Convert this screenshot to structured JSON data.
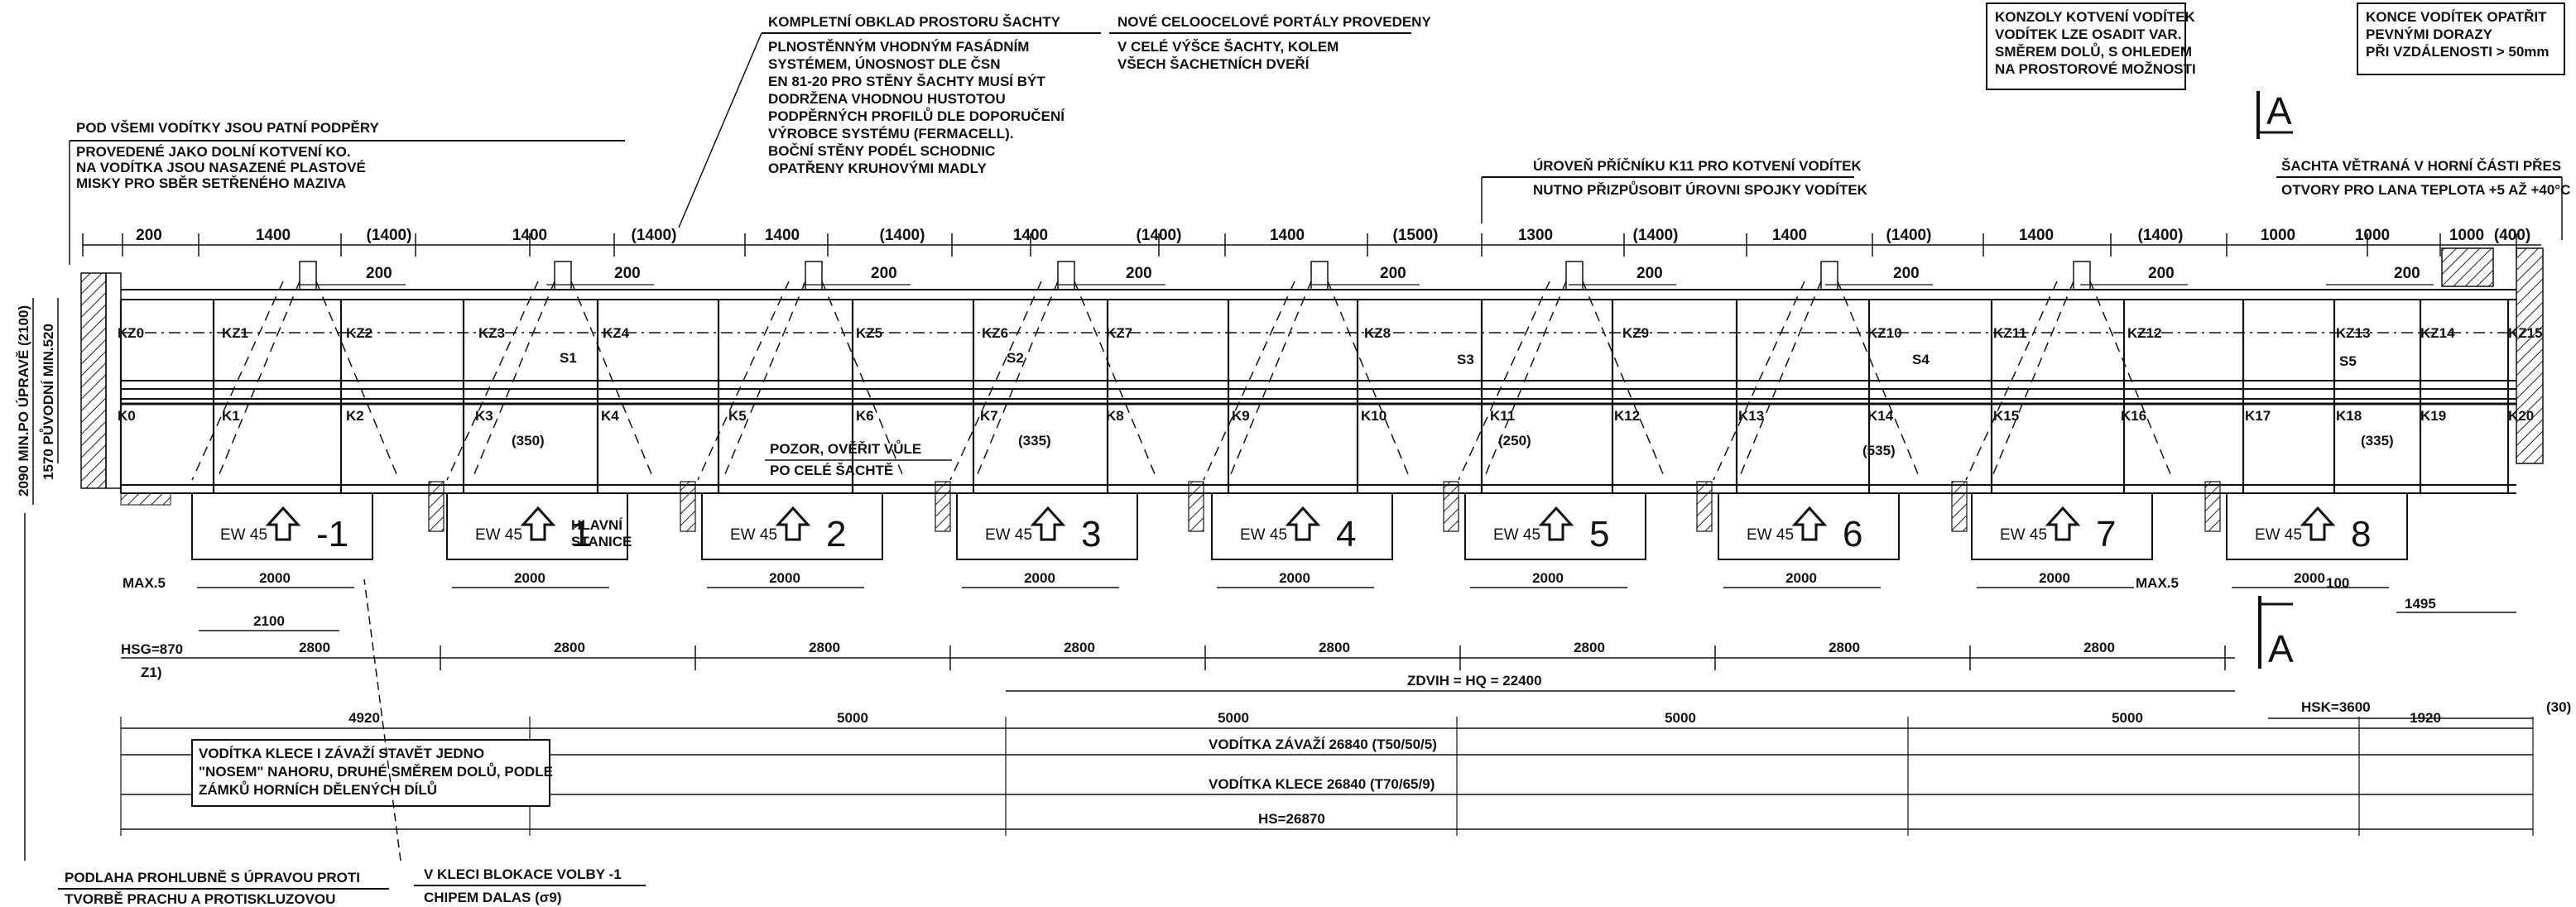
{
  "notes": {
    "top_left_title": "POD VŠEMI VODÍTKY JSOU PATNÍ PODPĚRY",
    "top_left_lines": [
      "PROVEDENÉ JAKO DOLNÍ KOTVENÍ KO.",
      "NA VODÍTKA JSOU NASAZENÉ PLASTOVÉ",
      "MISKY PRO SBĚR SETŘENÉHO MAZIVA"
    ],
    "cladding_title": "KOMPLETNÍ OBKLAD PROSTORU ŠACHTY",
    "cladding_lines": [
      "PLNOSTĚNNÝM VHODNÝM FASÁDNÍM",
      "SYSTÉMEM, ÚNOSNOST DLE ČSN",
      "EN 81-20 PRO STĚNY ŠACHTY MUSÍ BÝT",
      "DODRŽENA VHODNOU HUSTOTOU",
      "PODPĚRNÝCH PROFILŮ DLE DOPORUČENÍ",
      "VÝROBCE SYSTÉMU (FERMACELL).",
      "BOČNÍ STĚNY PODÉL SCHODNIC",
      "OPATŘENY KRUHOVÝMI MADLY"
    ],
    "portals_title": "NOVÉ CELOOCELOVÉ PORTÁLY PROVEDENY",
    "portals_lines": [
      "V CELÉ VÝŠCE ŠACHTY, KOLEM",
      "VŠECH ŠACHETNÍCH DVEŘÍ"
    ],
    "consoles_lines": [
      "KONZOLY KOTVENÍ VODÍTEK",
      "VODÍTEK LZE OSADIT VAR.",
      "SMĚREM DOLŮ, S OHLEDEM",
      "NA PROSTOROVÉ MOŽNOSTI"
    ],
    "ends_lines": [
      "KONCE VODÍTEK OPATŘIT",
      "PEVNÝMI DORAZY",
      "PŘI VZDÁLENOSTI > 50mm"
    ],
    "k11_title": "ÚROVEŇ PŘÍČNÍKU K11 PRO KOTVENÍ VODÍTEK",
    "k11_sub": "NUTNO PŘIZPŮSOBIT ÚROVNI SPOJKY VODÍTEK",
    "vent_title": "ŠACHTA VĚTRANÁ V HORNÍ ČÁSTI PŘES",
    "vent_sub": "OTVORY PRO LANA TEPLOTA +5 AŽ +40°C",
    "check_title": "POZOR, OVĚŘIT VŮLE",
    "check_sub": "PO CELÉ ŠACHTĚ",
    "guides_lines": [
      "VODÍTKA KLECE I ZÁVAŽÍ STAVĚT JEDNO",
      "\"NOSEM\" NAHORU, DRUHÉ SMĚREM DOLŮ, PODLE",
      "ZÁMKŮ HORNÍCH DĚLENÝCH DÍLŮ"
    ],
    "floor_lines": [
      "PODLAHA PROHLUBNĚ S ÚPRAVOU PROTI",
      "TVORBĚ PRACHU A PROTISKLUZOVOU"
    ],
    "block_lines": [
      "V KLECI BLOKACE VOLBY -1",
      "CHIPEM DALAS (σ9)"
    ],
    "main_station": [
      "HLAVNÍ",
      "STANICE"
    ],
    "section_mark": "A",
    "left_dim_1": "2090 MIN.PO ÚPRAVĚ (2100)",
    "left_dim_2": "1570 PŮVODNÍ MIN.520"
  },
  "top_dims": {
    "widths": [
      "200",
      "1400",
      "(1400)",
      "1400",
      "(1400)",
      "1400",
      "(1400)",
      "1400",
      "(1400)",
      "1400",
      "(1500)",
      "1300",
      "(1400)",
      "1400",
      "(1400)",
      "1400",
      "(1400)",
      "1000",
      "1000",
      "1000",
      "(400)"
    ],
    "consoles": [
      "200",
      "200",
      "200",
      "200",
      "200",
      "200",
      "200",
      "200",
      "200"
    ]
  },
  "upper_labels": [
    "KZ0",
    "KZ1",
    "KZ2",
    "KZ3",
    "KZ4",
    "KZ5",
    "KZ6",
    "KZ7",
    "KZ8",
    "KZ9",
    "KZ10",
    "KZ11",
    "KZ12",
    "KZ13",
    "KZ14",
    "KZ15"
  ],
  "lower_labels": [
    "K0",
    "K1",
    "K2",
    "K3",
    "K4",
    "K5",
    "K6",
    "K7",
    "K8",
    "K9",
    "K10",
    "K11",
    "K12",
    "K13",
    "K14",
    "K15",
    "K16",
    "K17",
    "K18",
    "K19",
    "K20"
  ],
  "splices": [
    "S1",
    "S2",
    "S3",
    "S4",
    "S5"
  ],
  "clearances": [
    "(350)",
    "(335)",
    "(250)",
    "(535)",
    "(335)"
  ],
  "stations": [
    {
      "ew": "EW 45",
      "num": "-1"
    },
    {
      "ew": "EW 45",
      "num": "1"
    },
    {
      "ew": "EW 45",
      "num": "2"
    },
    {
      "ew": "EW 45",
      "num": "3"
    },
    {
      "ew": "EW 45",
      "num": "4"
    },
    {
      "ew": "EW 45",
      "num": "5"
    },
    {
      "ew": "EW 45",
      "num": "6"
    },
    {
      "ew": "EW 45",
      "num": "7"
    },
    {
      "ew": "EW 45",
      "num": "8"
    }
  ],
  "door_widths": [
    "2000",
    "2000",
    "2000",
    "2000",
    "2000",
    "2000",
    "2000",
    "2000",
    "2000"
  ],
  "floor_heights": [
    "2800",
    "2800",
    "2800",
    "2800",
    "2800",
    "2800",
    "2800",
    "2800"
  ],
  "extra_dims": {
    "max_left": "MAX.5",
    "max_right": "MAX.5",
    "d2100": "2100",
    "hsg": "HSG=870",
    "z1": "Z1)",
    "d100": "100",
    "d1495": "1495",
    "hsk": "HSK=3600",
    "travel": "ZDVIH = HQ = 22400"
  },
  "bottom_dims": {
    "segments": [
      "4920",
      "5000",
      "5000",
      "5000",
      "5000",
      "1920"
    ],
    "end_note": "(30)",
    "cwt_rail": "VODÍTKA ZÁVAŽÍ 26840 (T50/50/5)",
    "car_rail": "VODÍTKA KLECE 26840 (T70/65/9)",
    "hs": "HS=26870"
  }
}
